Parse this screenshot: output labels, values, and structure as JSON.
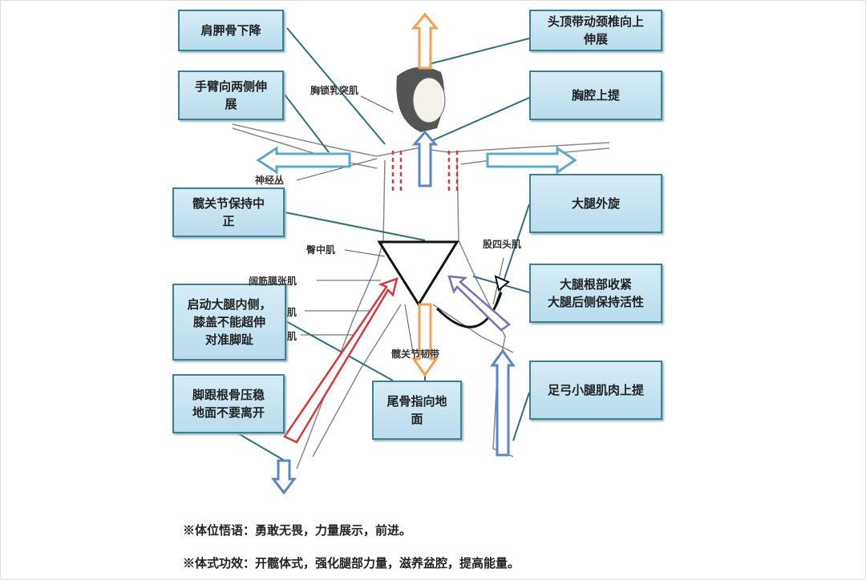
{
  "boxes": {
    "scapula": "肩胛骨下降",
    "arms": "手臂向两侧伸\n展",
    "hip": "髋关节保持中\n正",
    "inner_thigh": "启动大腿内侧，\n膝盖不能超伸\n对准脚趾",
    "heel": "脚跟根骨压稳\n地面不要离开",
    "coccyx": "尾骨指向地\n面",
    "head": "头顶带动颈椎向上\n伸展",
    "chest": "胸腔上提",
    "thigh_rotate": "大腿外旋",
    "thigh_root": "大腿根部收紧\n大腿后侧保持活性",
    "arch": "足弓小腿肌肉上提"
  },
  "labels": {
    "scm": "胸锁乳突肌",
    "plexus": "神经丛",
    "glute_med": "臀中肌",
    "quad": "股四头肌",
    "tfl": "阔筋膜张肌",
    "muscle1": "肌",
    "muscle2": "肌",
    "hip_ligament": "髋关节韧带"
  },
  "notes": {
    "meaning": "※体位悟语：勇敢无畏，力量展示，前进。",
    "benefit": "※体式功效：开髋体式，强化腿部力量，滋养盆腔，提高能量。"
  },
  "colors": {
    "box_border": "#3f7f96",
    "red_arrow": "#d9383a",
    "blue_arrow": "#5b86c4",
    "orange_arrow": "#f0a050"
  }
}
